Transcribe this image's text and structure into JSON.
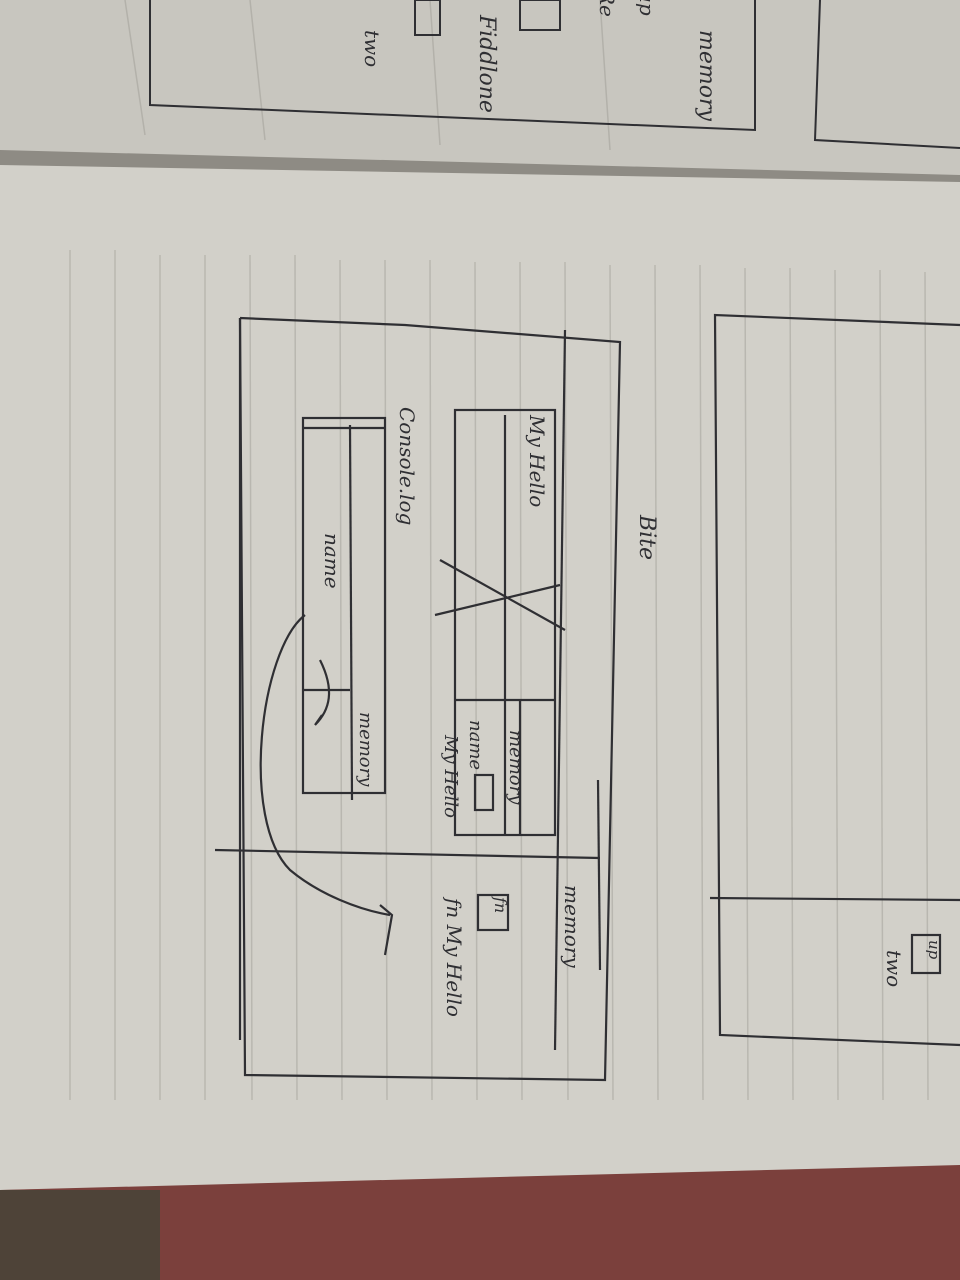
{
  "photo": {
    "description_colors": {
      "paper": "#cfcdc6",
      "paper_shadow": "#a9a69f",
      "ink": "#2f2f33",
      "ruled_line": "#b7b5ae",
      "fabric": "#7a3f3c"
    }
  },
  "top_page": {
    "labels": {
      "memory": "memory",
      "fiddlone": "Fiddlone",
      "up": "up",
      "two": "two",
      "re": "Re"
    }
  },
  "main_sketch": {
    "labels": {
      "title": "Bite",
      "my_hello": "My Hello",
      "memory_top": "memory",
      "memory_middle": "memory",
      "name_top": "name",
      "my_hello_lower": "My Hello",
      "console": "Console.log",
      "name_bottom": "name",
      "memory_bottom": "memory",
      "fn_box": "fn",
      "fn_label": "fn My Hello"
    }
  },
  "right_sketch": {
    "labels": {
      "up_box": "up",
      "two": "two"
    }
  }
}
